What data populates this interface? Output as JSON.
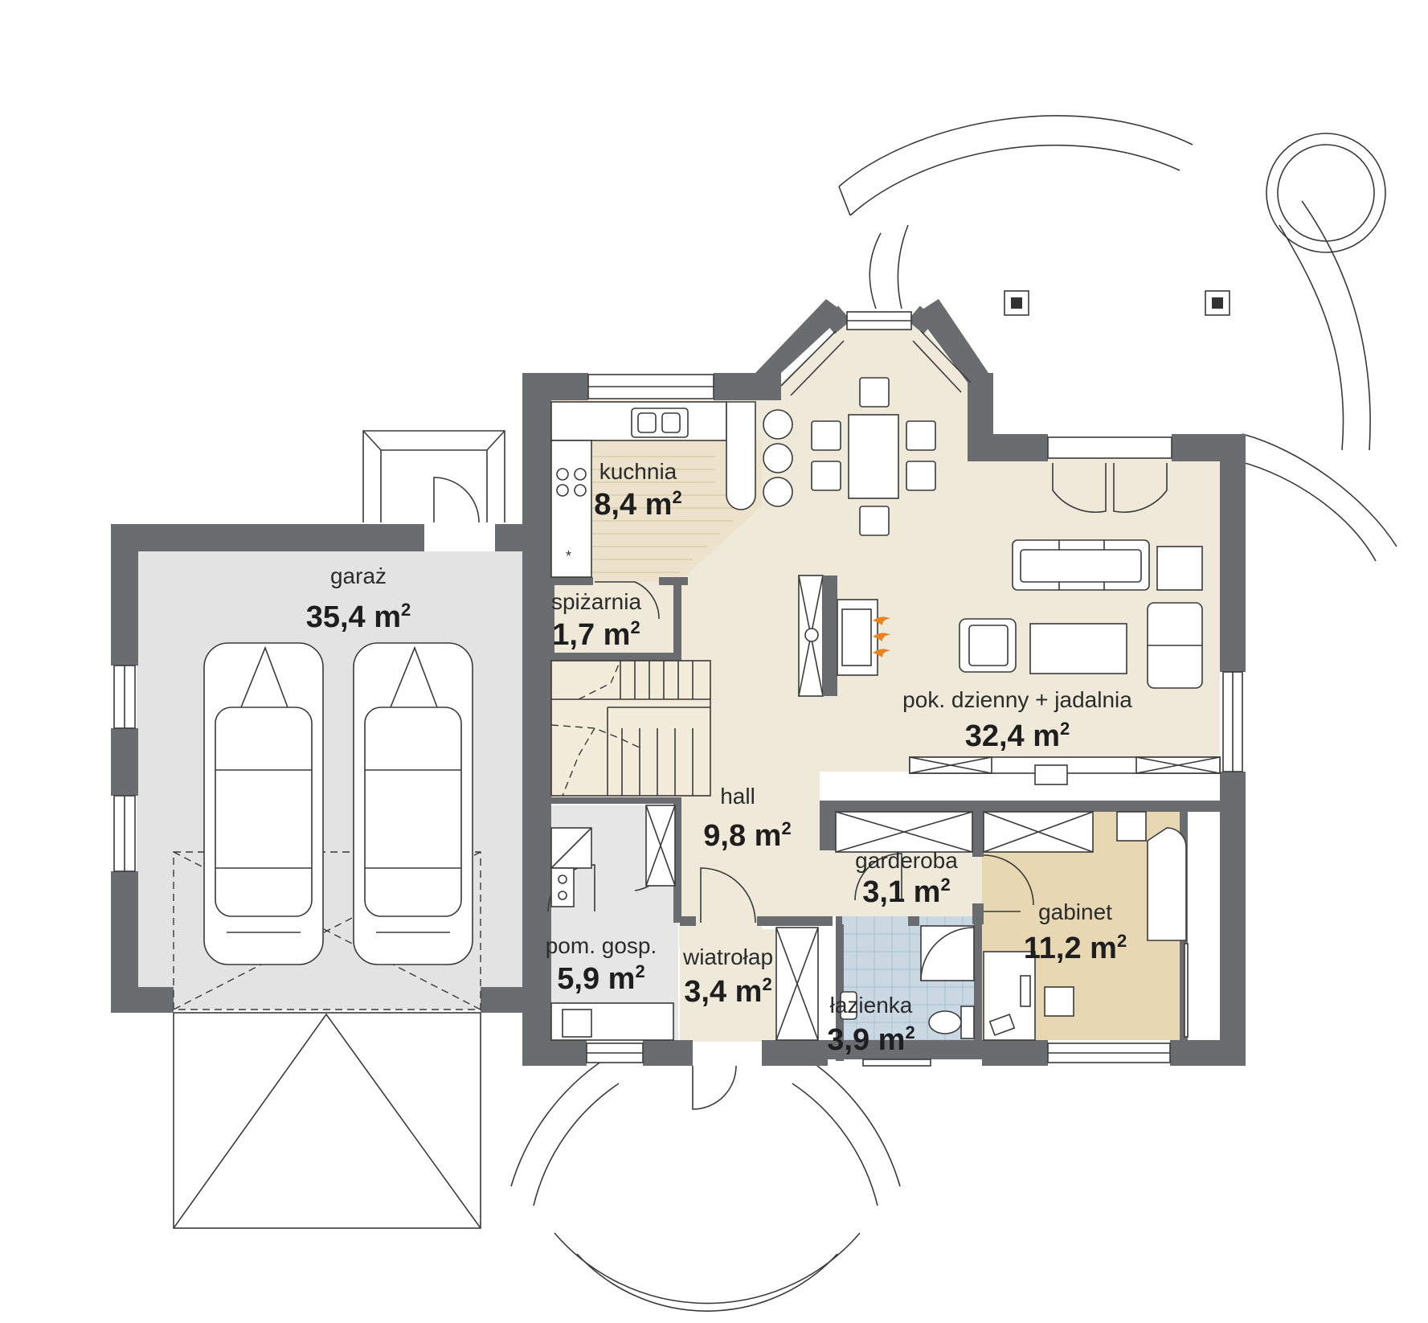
{
  "plan": {
    "rooms": [
      {
        "id": "garage",
        "name": "garaż",
        "area": "35,4 m",
        "unit_sup": "2"
      },
      {
        "id": "kitchen",
        "name": "kuchnia",
        "area": "8,4 m",
        "unit_sup": "2"
      },
      {
        "id": "pantry",
        "name": "spiżarnia",
        "area": "1,7 m",
        "unit_sup": "2"
      },
      {
        "id": "living",
        "name": "pok. dzienny + jadalnia",
        "area": "32,4 m",
        "unit_sup": "2"
      },
      {
        "id": "hall",
        "name": "hall",
        "area": "9,8 m",
        "unit_sup": "2"
      },
      {
        "id": "wardrobe",
        "name": "garderoba",
        "area": "3,1 m",
        "unit_sup": "2"
      },
      {
        "id": "study",
        "name": "gabinet",
        "area": "11,2 m",
        "unit_sup": "2"
      },
      {
        "id": "utility",
        "name": "pom. gosp.",
        "area": "5,9 m",
        "unit_sup": "2"
      },
      {
        "id": "vestibule",
        "name": "wiatrołap",
        "area": "3,4 m",
        "unit_sup": "2"
      },
      {
        "id": "bathroom",
        "name": "łazienka",
        "area": "3,9 m",
        "unit_sup": "2"
      }
    ],
    "colors": {
      "wall": "#6b6c6f",
      "living_floor": "#efe9d9",
      "kitchen_floor": "#ede3cc",
      "garage_floor": "#e3e3e4",
      "utility_floor": "#e6e6e6",
      "study_floor": "#e7d7b3",
      "bathroom_floor": "#c9d8e3",
      "fireplace_flame": "#e8841e"
    }
  }
}
